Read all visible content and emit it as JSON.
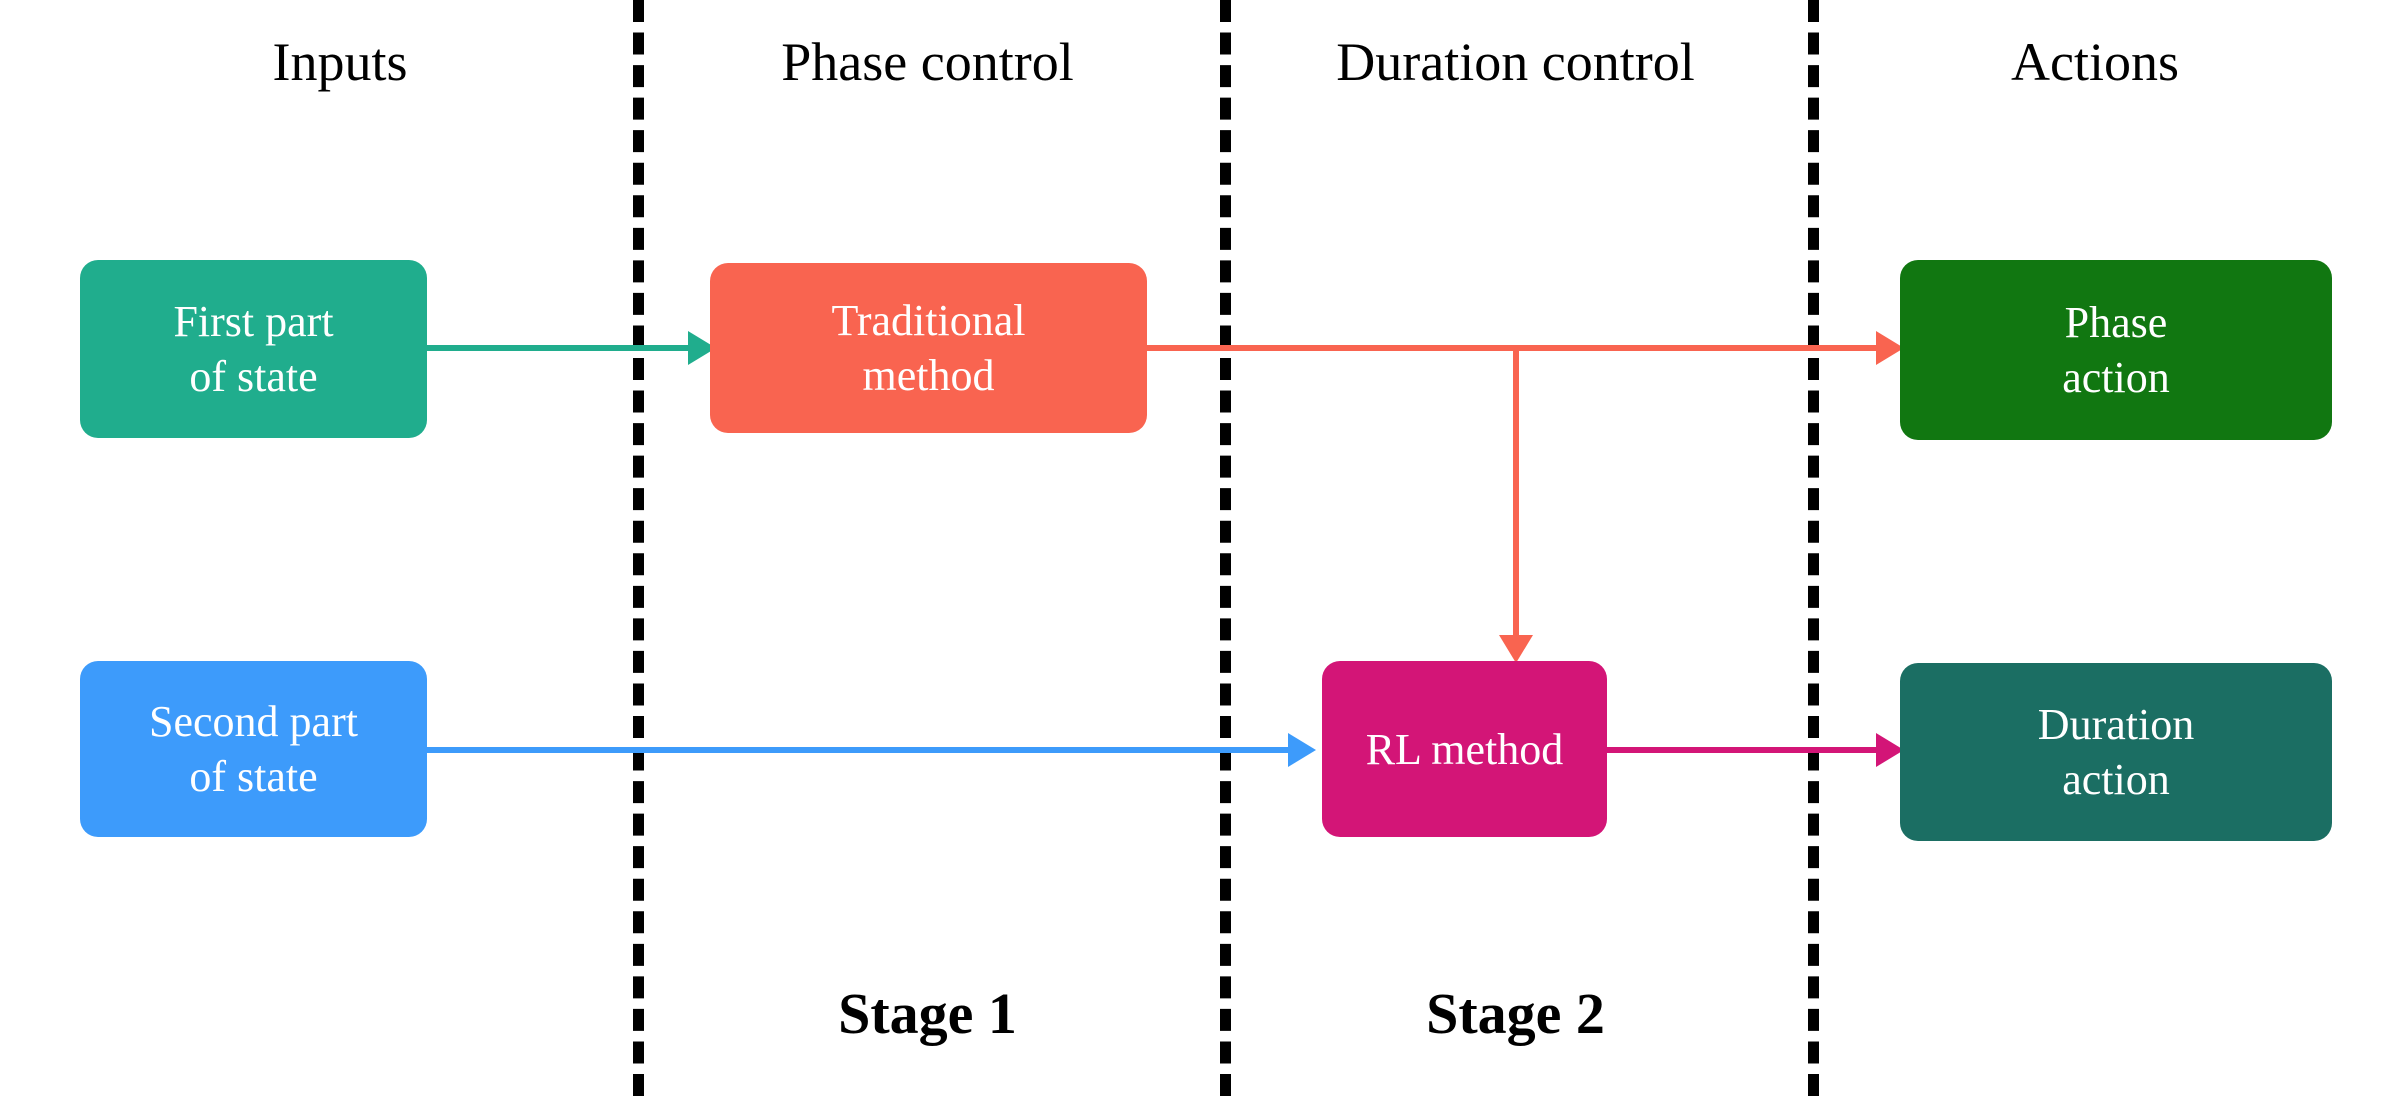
{
  "columns": [
    {
      "id": "inputs",
      "label": "Inputs"
    },
    {
      "id": "phase-control",
      "label": "Phase control"
    },
    {
      "id": "duration-control",
      "label": "Duration control"
    },
    {
      "id": "actions",
      "label": "Actions"
    }
  ],
  "stages": [
    {
      "id": "stage-1",
      "label": "Stage 1"
    },
    {
      "id": "stage-2",
      "label": "Stage 2"
    }
  ],
  "nodes": {
    "first_part_of_state": {
      "line1": "First part",
      "line2": "of state",
      "color": "#20ad8d"
    },
    "second_part_of_state": {
      "line1": "Second part",
      "line2": "of state",
      "color": "#3d9bfb"
    },
    "traditional_method": {
      "line1": "Traditional",
      "line2": "method",
      "color": "#f96450"
    },
    "rl_method": {
      "line1": "RL method",
      "line2": "",
      "color": "#d31577"
    },
    "phase_action": {
      "line1": "Phase",
      "line2": "action",
      "color": "#117711"
    },
    "duration_action": {
      "line1": "Duration",
      "line2": "action",
      "color": "#1b6e63"
    }
  },
  "edges": {
    "state_to_traditional": {
      "color": "#20ad8d"
    },
    "traditional_to_phase_action": {
      "color": "#f96450"
    },
    "traditional_to_rl": {
      "color": "#f96450"
    },
    "state_to_rl": {
      "color": "#3d9bfb"
    },
    "rl_to_duration_action": {
      "color": "#d31577"
    }
  },
  "divider": {
    "color": "#000000"
  }
}
